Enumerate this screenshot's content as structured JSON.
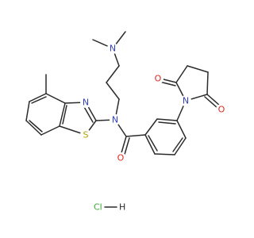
{
  "molecule": {
    "atoms": {
      "N_amine": "N",
      "N_amide": "N",
      "N_thiazole": "N",
      "S_thiazole": "S",
      "O_amide": "O",
      "N_imide": "N",
      "O_imide_1": "O",
      "O_imide_2": "O"
    },
    "salt": {
      "acid": "HCl",
      "hydrogen": "H",
      "chlorine": "Cl"
    }
  },
  "colors": {
    "bond": "#2b2b2b",
    "nitrogen": "#2f3fbf",
    "oxygen": "#e0281e",
    "sulfur": "#b8a000",
    "chlorine": "#3aa63a",
    "hydrogen": "#2b2b2b"
  }
}
